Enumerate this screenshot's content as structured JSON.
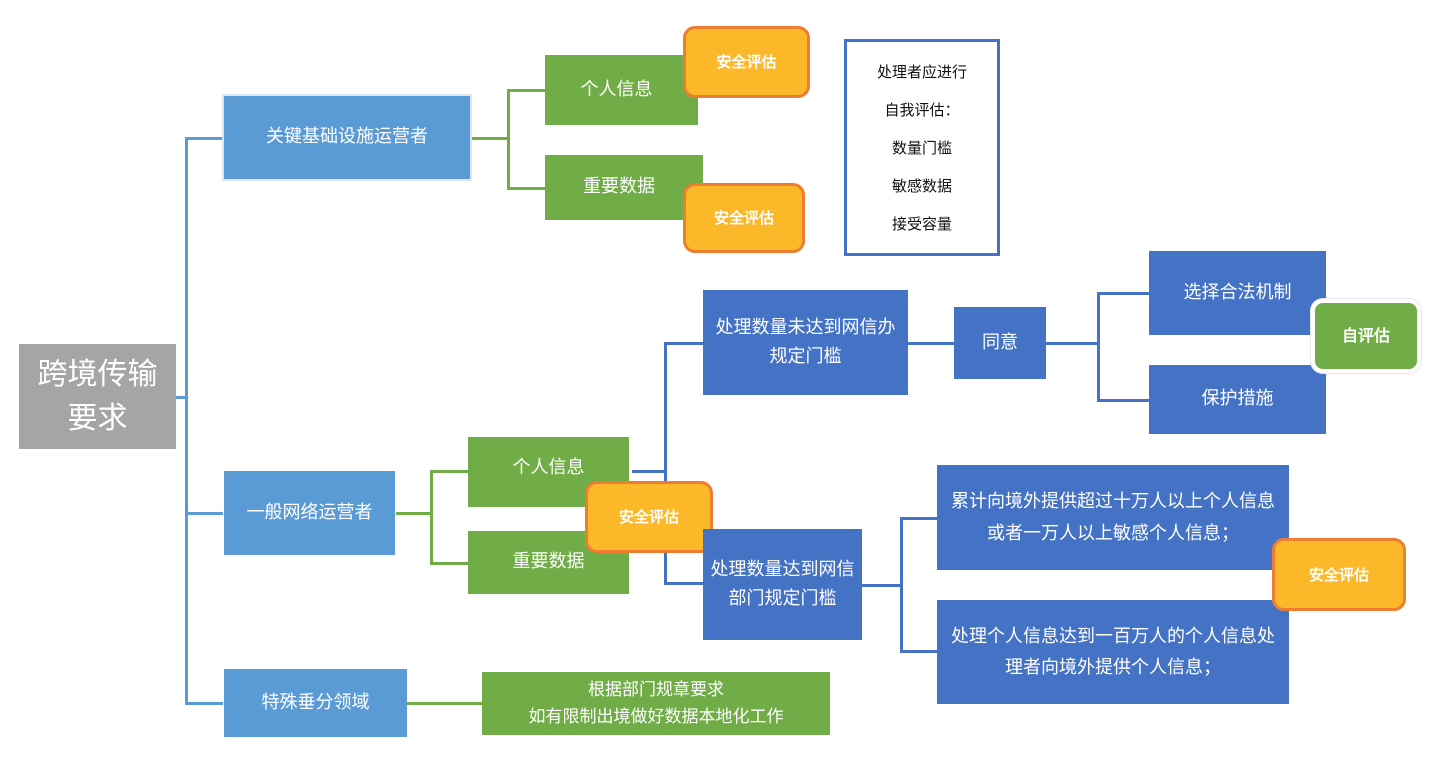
{
  "root": {
    "line1": "跨境传输",
    "line2": "要求"
  },
  "branches": {
    "cii_operator": {
      "label": "关键基础设施运营者",
      "children": [
        {
          "label": "个人信息",
          "badge": "安全评估"
        },
        {
          "label": "重要数据",
          "badge": "安全评估"
        }
      ]
    },
    "general_operator": {
      "label": "一般网络运营者",
      "children": [
        {
          "label": "个人信息"
        },
        {
          "label": "重要数据"
        }
      ],
      "badge": "安全评估",
      "below_threshold": {
        "line1": "处理数量未达到网信办",
        "line2": "规定门槛",
        "consent": "同意",
        "options": [
          "选择合法机制",
          "保护措施"
        ],
        "badge": "自评估"
      },
      "above_threshold": {
        "line1": "处理数量达到网信",
        "line2": "部门规定门槛",
        "conditions": [
          {
            "line1": "累计向境外提供超过十万人以上个人信息",
            "line2": "或者一万人以上敏感个人信息；"
          },
          {
            "line1": "处理个人信息达到一百万人的个人信息处",
            "line2": "理者向境外提供个人信息；"
          }
        ],
        "badge": "安全评估"
      }
    },
    "special_sector": {
      "label": "特殊垂分领域",
      "note_line1": "根据部门规章要求",
      "note_line2": "如有限制出境做好数据本地化工作"
    }
  },
  "self_assessment_note": {
    "lines": [
      "处理者应进行",
      "自我评估：",
      "数量门槛",
      "敏感数据",
      "接受容量"
    ]
  },
  "colors": {
    "root": "#a5a5a5",
    "level1": "#5b9bd5",
    "level_dark": "#4472c4",
    "green": "#70ad47",
    "badge_fill": "#fbb829",
    "badge_border": "#ed7d31"
  }
}
